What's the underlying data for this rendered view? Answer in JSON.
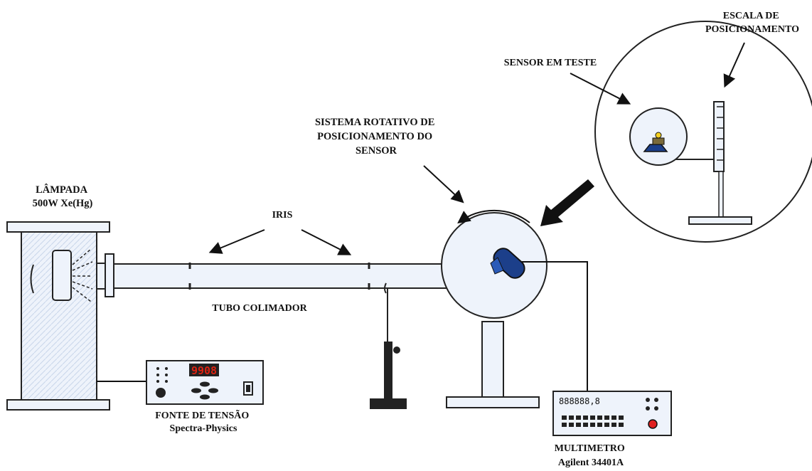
{
  "labels": {
    "lamp": [
      "LÂMPADA",
      "500W Xe(Hg)"
    ],
    "iris": "IRIS",
    "tube": "TUBO COLIMADOR",
    "rotary": [
      "SISTEMA ROTATIVO DE",
      "POSICIONAMENTO DO",
      "SENSOR"
    ],
    "sensor_test": "SENSOR EM TESTE",
    "scale": [
      "ESCALA DE",
      "POSICIONAMENTO"
    ],
    "power_supply": [
      "FONTE DE TENSÃO",
      "Spectra-Physics"
    ],
    "multimeter": [
      "MULTIMETRO",
      "Agilent 34401A"
    ]
  },
  "displays": {
    "power_supply": "9908",
    "multimeter": "888888,8"
  },
  "colors": {
    "device_fill": "#eef3fb",
    "sensor_blue": "#1c3f8a",
    "display_red": "#dd2222",
    "button_red": "#e02020",
    "outline": "#222222"
  }
}
